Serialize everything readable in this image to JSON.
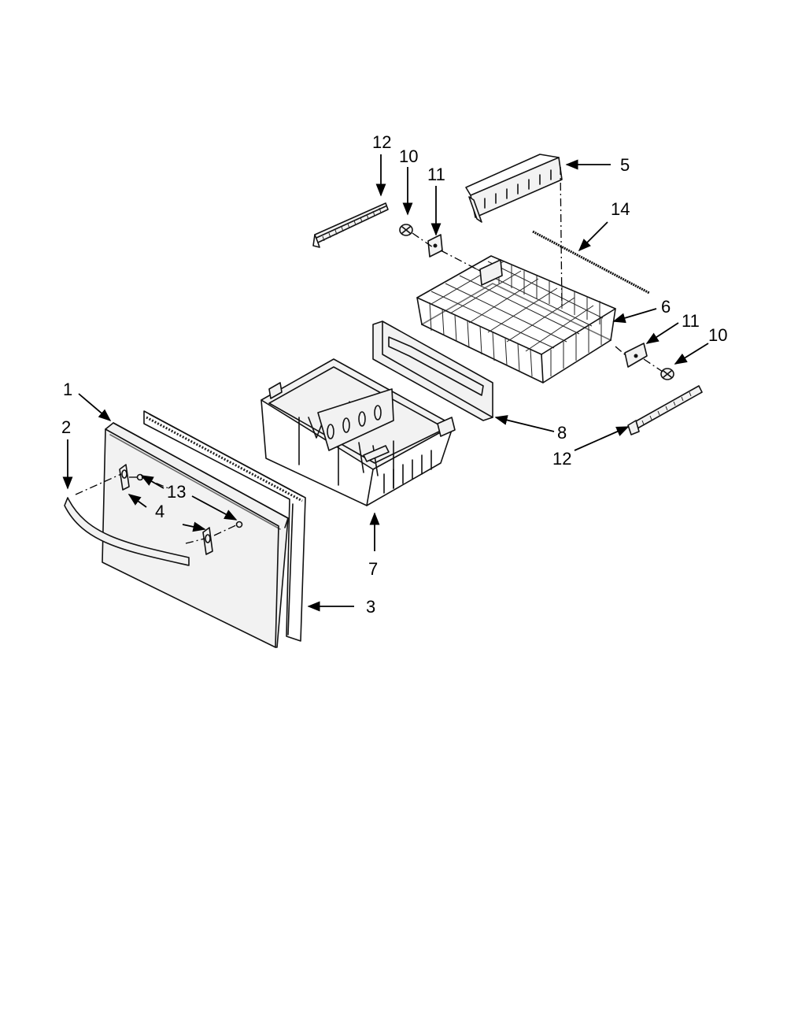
{
  "diagram": {
    "callouts": {
      "c1": "1",
      "c2": "2",
      "c3": "3",
      "c4": "4",
      "c5": "5",
      "c6": "6",
      "c7": "7",
      "c8": "8",
      "c10a": "10",
      "c10b": "10",
      "c11a": "11",
      "c11b": "11",
      "c12a": "12",
      "c12b": "12",
      "c13": "13",
      "c14": "14"
    }
  }
}
